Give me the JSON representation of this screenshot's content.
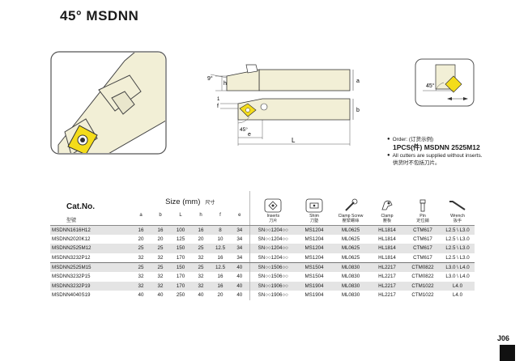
{
  "page": {
    "title": "45°  MSDNN",
    "number": "J06"
  },
  "drawing": {
    "angle_main": "45°",
    "dim_h": "h",
    "dim_a": "a",
    "dim_b": "b",
    "dim_f": "f",
    "dim_e": "e",
    "dim_L": "L",
    "dim_9": "9°",
    "dim_45": "45°",
    "dim_1": "1"
  },
  "order": {
    "line1": "Order: (订货示例)",
    "example": "1PCS(件) MSDNN 2525M12",
    "note_en": "All cutters are supplied without inserts.",
    "note_cn": "供货时不包括刀片。"
  },
  "table": {
    "catno_label": "Cat.No.",
    "catno_sub": "型號",
    "size_title": "Size (mm)",
    "size_title_cn": "尺寸",
    "dim_headers": [
      "a",
      "b",
      "L",
      "h",
      "f",
      "e"
    ],
    "accessories": [
      {
        "en": "Inserts",
        "cn": "刀片",
        "icon": "insert-icon"
      },
      {
        "en": "Shim",
        "cn": "刀墊",
        "icon": "shim-icon"
      },
      {
        "en": "Clamp Screw",
        "cn": "壓緊螺絲",
        "icon": "clamp-screw-icon"
      },
      {
        "en": "Clamp",
        "cn": "壓板",
        "icon": "clamp-icon"
      },
      {
        "en": "Pin",
        "cn": "定位銷",
        "icon": "pin-icon"
      },
      {
        "en": "Wrench",
        "cn": "扳手",
        "icon": "wrench-icon"
      }
    ],
    "rows": [
      [
        "MSDNN1616H12",
        "16",
        "16",
        "100",
        "16",
        "8",
        "34",
        "SN○○1204○○",
        "MS1204",
        "ML0625",
        "HL1814",
        "CTM617",
        "L2.5 \\ L3.0"
      ],
      [
        "MSDNN2020K12",
        "20",
        "20",
        "125",
        "20",
        "10",
        "34",
        "SN○○1204○○",
        "MS1204",
        "ML0625",
        "HL1814",
        "CTM617",
        "L2.5 \\ L3.0"
      ],
      [
        "MSDNN2525M12",
        "25",
        "25",
        "150",
        "25",
        "12.5",
        "34",
        "SN○○1204○○",
        "MS1204",
        "ML0625",
        "HL1814",
        "CTM617",
        "L2.5 \\ L3.0"
      ],
      [
        "MSDNN3232P12",
        "32",
        "32",
        "170",
        "32",
        "16",
        "34",
        "SN○○1204○○",
        "MS1204",
        "ML0625",
        "HL1814",
        "CTM617",
        "L2.5 \\ L3.0"
      ],
      [
        "MSDNN2525M15",
        "25",
        "25",
        "150",
        "25",
        "12.5",
        "40",
        "SN○○1506○○",
        "MS1504",
        "ML0830",
        "HL2217",
        "CTM0822",
        "L3.0 \\ L4.0"
      ],
      [
        "MSDNN3232P15",
        "32",
        "32",
        "170",
        "32",
        "16",
        "40",
        "SN○○1506○○",
        "MS1504",
        "ML0830",
        "HL2217",
        "CTM0822",
        "L3.0 \\ L4.0"
      ],
      [
        "MSDNN3232P19",
        "32",
        "32",
        "170",
        "32",
        "16",
        "40",
        "SN○○1906○○",
        "MS1904",
        "ML0830",
        "HL2217",
        "CTM1022",
        "L4.0"
      ],
      [
        "MSDNN4040S19",
        "40",
        "40",
        "250",
        "40",
        "20",
        "40",
        "SN○○1906○○",
        "MS1904",
        "ML0830",
        "HL2217",
        "CTM1022",
        "L4.0"
      ]
    ]
  },
  "colors": {
    "holder": "#f2efd6",
    "insert": "#f4dc1a",
    "row_shade": "#e4e4e4",
    "outline": "#333333"
  }
}
